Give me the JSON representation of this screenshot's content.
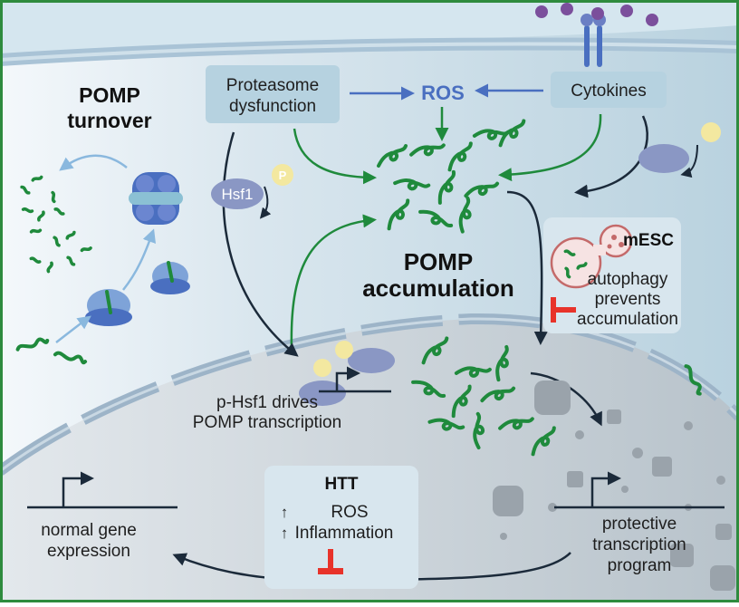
{
  "labels": {
    "pomp_turnover_line1": "POMP",
    "pomp_turnover_line2": "turnover",
    "proteasome_line1": "Proteasome",
    "proteasome_line2": "dysfunction",
    "ros": "ROS",
    "cytokines": "Cytokines",
    "hsf1": "Hsf1",
    "phospho": "P",
    "accumulation_line1": "POMP",
    "accumulation_line2": "accumulation",
    "mesc_title": "mESC",
    "mesc_line1": "autophagy",
    "mesc_line2": "prevents",
    "mesc_line3": "accumulation",
    "phsf1_line1": "p-Hsf1 drives",
    "phsf1_line2": "POMP transcription",
    "htt_title": "HTT",
    "htt_line1": "ROS",
    "htt_line2": "Inflammation",
    "normal_line1": "normal gene",
    "normal_line2": "expression",
    "protective_line1": "protective",
    "protective_line2": "transcription",
    "protective_line3": "program"
  },
  "colors": {
    "frame": "#2e8b3e",
    "ros_blue": "#4a6fc0",
    "pomp_green": "#1f8a3c",
    "inhibit_red": "#e8332a",
    "arrow_dark": "#1b2a3a",
    "arrow_light": "#8ab8de"
  }
}
